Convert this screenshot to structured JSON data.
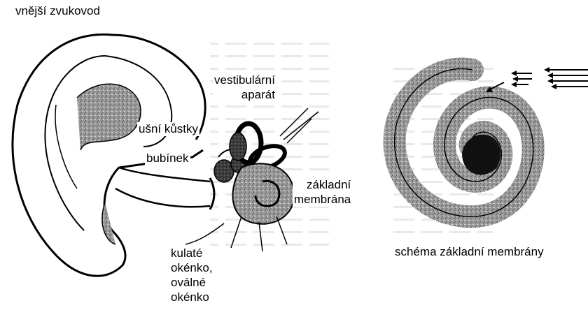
{
  "labels": {
    "outer_canal": "vnější zvukovod",
    "vestibular": [
      "vestibulární",
      "aparát"
    ],
    "ossicles": "ušní kůstky",
    "eardrum": "bubínek",
    "basilar": [
      "základní",
      "membrána"
    ],
    "windows": [
      "kulaté",
      "okénko,",
      "oválné",
      "okénko"
    ],
    "schema_caption": "schéma základní membrány"
  }
}
